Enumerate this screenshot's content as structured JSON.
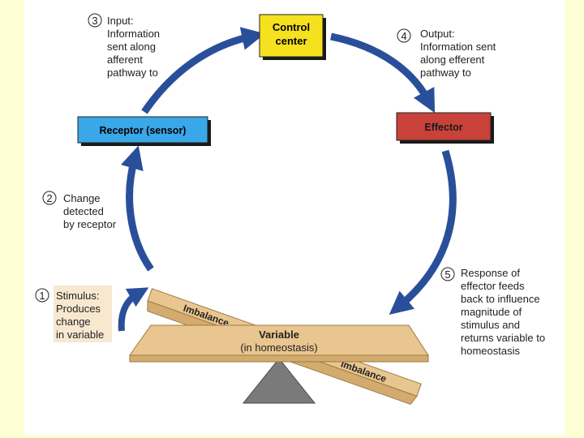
{
  "boxes": {
    "control_center": [
      "Control",
      "center"
    ],
    "receptor": "Receptor (sensor)",
    "effector": "Effector"
  },
  "steps": [
    {
      "number": "1",
      "lines": [
        "Stimulus:",
        "Produces",
        "change",
        "in variable"
      ]
    },
    {
      "number": "2",
      "lines": [
        "Change",
        "detected",
        "by receptor"
      ]
    },
    {
      "number": "3",
      "lines": [
        "Input:",
        "Information",
        "sent along",
        "afferent",
        "pathway to"
      ]
    },
    {
      "number": "4",
      "lines": [
        "Output:",
        "Information sent",
        "along efferent",
        "pathway to"
      ]
    },
    {
      "number": "5",
      "lines": [
        "Response of",
        "effector feeds",
        "back to influence",
        "magnitude of",
        "stimulus and",
        "returns variable to",
        "homeostasis"
      ]
    }
  ],
  "seesaw": {
    "imbalance_left": "Imbalance",
    "imbalance_right": "Imbalance",
    "variable_title": "Variable",
    "variable_sub": "(in homeostasis)"
  },
  "colors": {
    "control_center": "#f5e11e",
    "receptor": "#3aa7e8",
    "effector": "#c8423a",
    "arrow": "#2a4f9a",
    "plank": "#e9c68f",
    "plank_stroke": "#9b7a45",
    "fulcrum": "#7a7a7a",
    "stimulus_bg": "#f7e8cf"
  }
}
